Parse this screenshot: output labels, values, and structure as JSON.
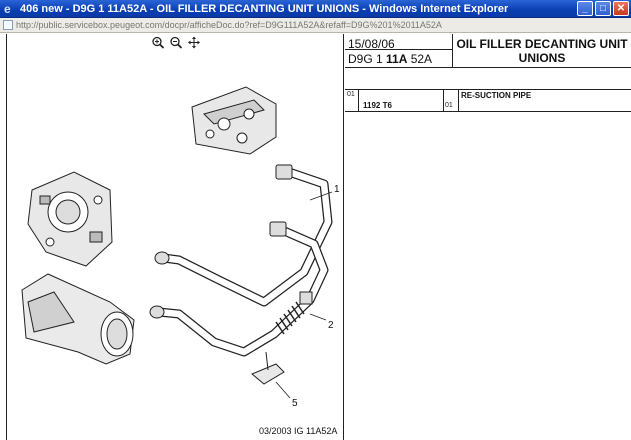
{
  "window": {
    "title": "406 new - D9G 1 11A52A - OIL FILLER DECANTING UNIT UNIONS - Windows Internet Explorer",
    "url": "http://public.servicebox.peugeot.com/docpr/afficheDoc.do?ref=D9G111A52A&refaff=D9G%201%2011A52A"
  },
  "toolbar": {
    "zoom_in_icon": "zoom-in-icon",
    "zoom_out_icon": "zoom-out-icon",
    "pan_icon": "pan-icon"
  },
  "diagram": {
    "callouts": [
      "1",
      "2",
      "5"
    ],
    "caption": "03/2003  IG 11A52A"
  },
  "header": {
    "date": "15/08/06",
    "code_prefix": "D9G 1 ",
    "code_bold": "11A",
    "code_suffix": " 52A",
    "title": "OIL FILLER DECANTING UNIT UNIONS"
  },
  "parts": [
    {
      "qty": "01",
      "ref": "1192 T6",
      "qty2": "01",
      "description": "RE-SUCTION PIPE"
    }
  ]
}
